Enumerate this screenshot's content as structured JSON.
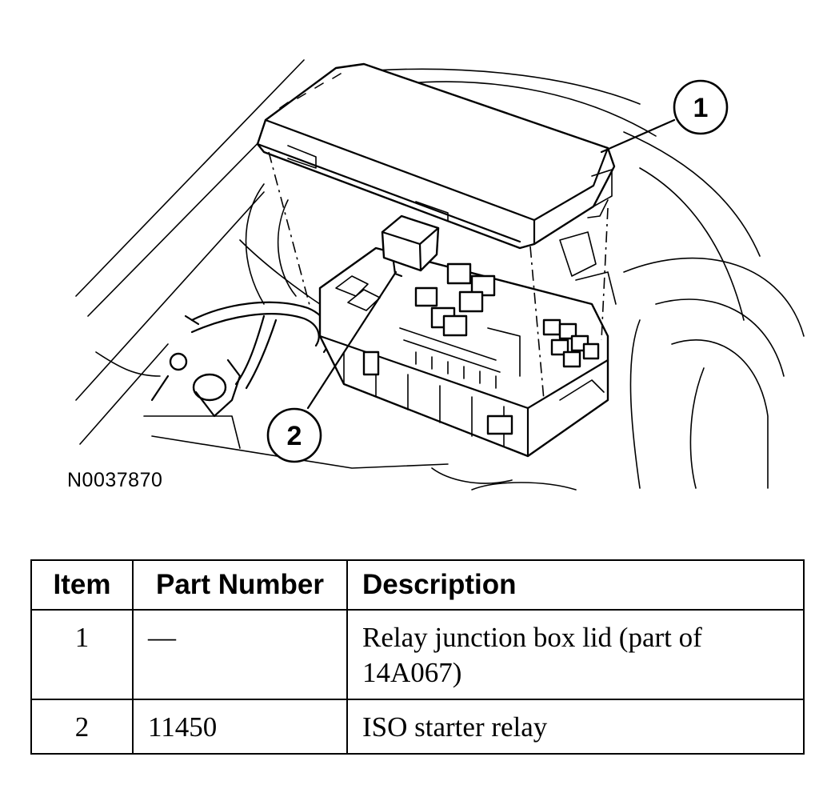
{
  "figure": {
    "code": "N0037870",
    "callouts": [
      {
        "number": "1"
      },
      {
        "number": "2"
      }
    ]
  },
  "table": {
    "headers": {
      "item": "Item",
      "part_number": "Part Number",
      "description": "Description"
    },
    "rows": [
      {
        "item": "1",
        "part_number": "—",
        "description": "Relay junction box lid (part of 14A067)"
      },
      {
        "item": "2",
        "part_number": "11450",
        "description": "ISO starter relay"
      }
    ]
  }
}
